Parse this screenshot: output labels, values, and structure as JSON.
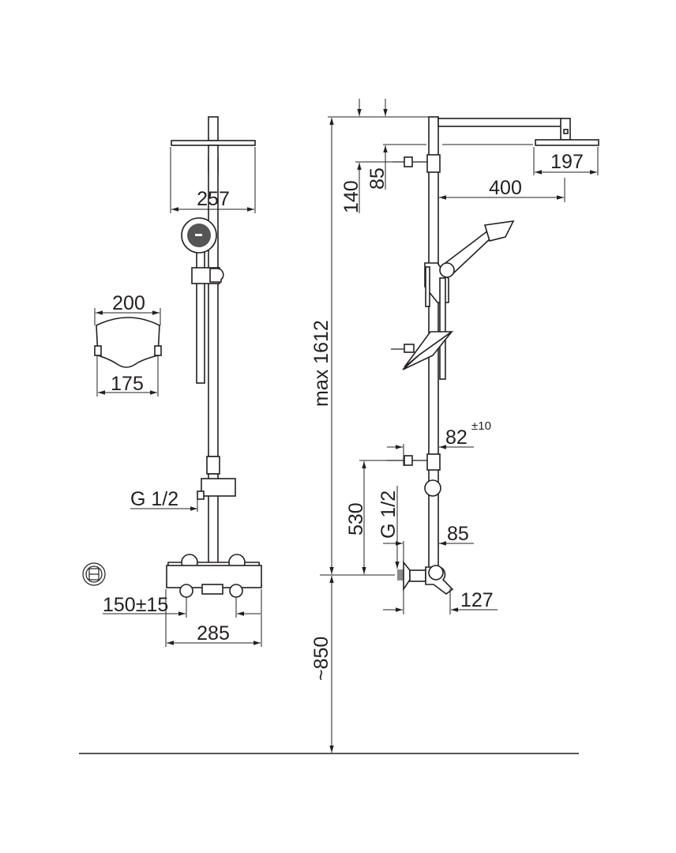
{
  "front_view": {
    "head_width": "257",
    "soap_dish_top": "200",
    "soap_dish_bottom": "175",
    "inlet_thread": "G 1/2",
    "inlet_spacing": "150±15",
    "mixer_width": "285"
  },
  "side_view": {
    "dim_140": "140",
    "dim_85_top": "85",
    "head_diameter": "197",
    "arm_length": "400",
    "max_height": "max 1612",
    "bracket_offset": "82",
    "bracket_tolerance": "±10",
    "bracket_height": "530",
    "inlet_thread": "G 1/2",
    "mixer_offset": "85",
    "mixer_depth": "127",
    "floor_height": "~850"
  },
  "colors": {
    "line": "#231f20",
    "wall_plug": "#8a8a8a"
  }
}
